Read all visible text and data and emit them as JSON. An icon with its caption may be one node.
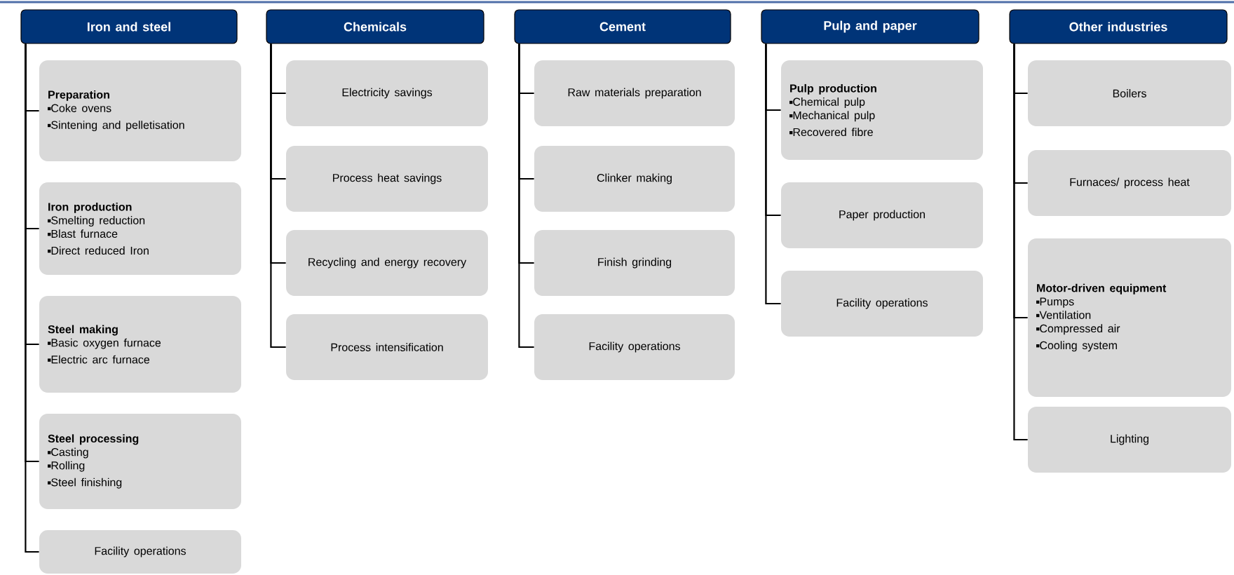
{
  "diagram": {
    "nodes": [
      {
        "text": [
          "Iron and steel"
        ]
      },
      {
        "text": [
          "Preparation",
          "Coke ovens",
          "Sintening and pelletisation"
        ]
      },
      {
        "text": [
          "Iron production",
          "Smelting reduction",
          "Blast furnace",
          "Direct reduced Iron"
        ]
      },
      {
        "text": [
          "Steel making",
          "Basic oxygen furnace",
          "Electric arc furnace"
        ]
      },
      {
        "text": [
          "Steel processing",
          "Casting",
          "Rolling",
          "Steel finishing"
        ]
      },
      {
        "text": [
          "Facility operations"
        ]
      },
      {
        "text": [
          "Chemicals"
        ]
      },
      {
        "text": [
          "Electricity savings"
        ]
      },
      {
        "text": [
          "Process heat savings"
        ]
      },
      {
        "text": [
          "Recycling and energy recovery"
        ]
      },
      {
        "text": [
          "Process intensification"
        ]
      },
      {
        "text": [
          "Cement"
        ]
      },
      {
        "text": [
          "Raw materials preparation"
        ]
      },
      {
        "text": [
          "Clinker making"
        ]
      },
      {
        "text": [
          "Finish grinding"
        ]
      },
      {
        "text": [
          "Facility operations"
        ]
      },
      {
        "text": [
          "Pulp and paper"
        ]
      },
      {
        "text": [
          "Pulp production",
          "Chemical pulp",
          "Mechanical pulp",
          "Recovered fibre"
        ]
      },
      {
        "text": [
          "Paper production"
        ]
      },
      {
        "text": [
          "Facility operations"
        ]
      },
      {
        "text": [
          "Other industries"
        ]
      },
      {
        "text": [
          "Boilers"
        ]
      },
      {
        "text": [
          "Furnaces/ process heat"
        ]
      },
      {
        "text": [
          "Motor-driven equipment",
          "Pumps",
          "Ventilation",
          "Compressed air",
          "Cooling system"
        ]
      },
      {
        "text": [
          "Lighting"
        ]
      }
    ],
    "edges": [
      {
        "from": 0,
        "to": 1,
        "arrow": "none"
      },
      {
        "from": 0,
        "to": 2,
        "arrow": "none"
      },
      {
        "from": 0,
        "to": 3,
        "arrow": "none"
      },
      {
        "from": 0,
        "to": 4,
        "arrow": "none"
      },
      {
        "from": 0,
        "to": 5,
        "arrow": "none"
      },
      {
        "from": 6,
        "to": 7,
        "arrow": "none"
      },
      {
        "from": 6,
        "to": 8,
        "arrow": "none"
      },
      {
        "from": 6,
        "to": 9,
        "arrow": "none"
      },
      {
        "from": 6,
        "to": 10,
        "arrow": "none"
      },
      {
        "from": 11,
        "to": 12,
        "arrow": "none"
      },
      {
        "from": 11,
        "to": 13,
        "arrow": "none"
      },
      {
        "from": 11,
        "to": 14,
        "arrow": "none"
      },
      {
        "from": 11,
        "to": 15,
        "arrow": "none"
      },
      {
        "from": 16,
        "to": 17,
        "arrow": "none"
      },
      {
        "from": 16,
        "to": 18,
        "arrow": "none"
      },
      {
        "from": 16,
        "to": 19,
        "arrow": "none"
      },
      {
        "from": 20,
        "to": 21,
        "arrow": "none"
      },
      {
        "from": 20,
        "to": 22,
        "arrow": "none"
      },
      {
        "from": 20,
        "to": 23,
        "arrow": "none"
      },
      {
        "from": 20,
        "to": 24,
        "arrow": "none"
      }
    ]
  }
}
